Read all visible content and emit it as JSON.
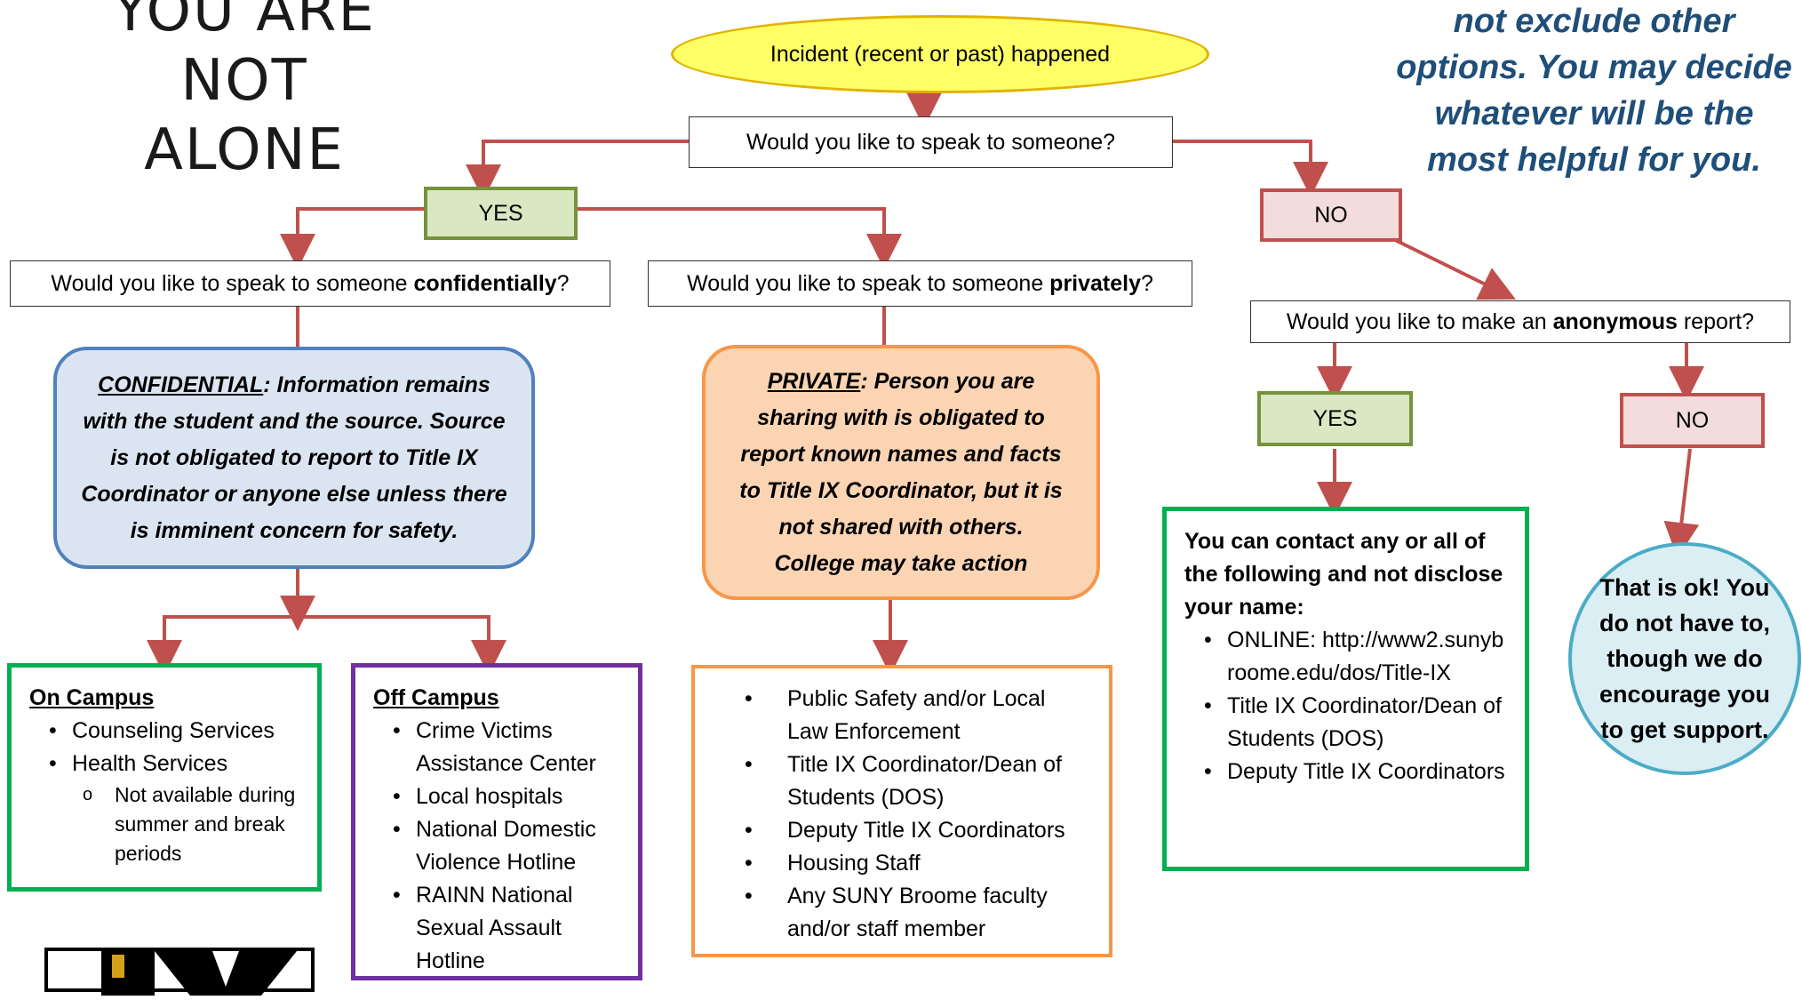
{
  "poster_text": [
    "YOU ARE",
    "NOT ALONE"
  ],
  "side_note": [
    "not exclude other",
    "options.  You may decide",
    "whatever will be the",
    "most helpful for you."
  ],
  "start": "Incident (recent or past) happened",
  "q_speak": "Would you like to speak to someone?",
  "yes_label": "YES",
  "no_label": "NO",
  "q_confidential": {
    "pre": "Would you like to speak to someone ",
    "bold": "confidentially",
    "post": "?"
  },
  "q_private": {
    "pre": "Would you like to speak to someone ",
    "bold": "privately",
    "post": "?"
  },
  "q_anonymous": {
    "pre": "Would you like to make an ",
    "bold": "anonymous",
    "post": " report?"
  },
  "confidential_box": {
    "term": "CONFIDENTIAL",
    "lines": [
      ": Information remains",
      "with the student and the source.  Source",
      "is not obligated to report to Title IX",
      "Coordinator or anyone else unless there",
      "is imminent concern for safety."
    ]
  },
  "private_box": {
    "term": "PRIVATE",
    "lines": [
      ":  Person you are",
      "sharing with is obligated to",
      "report known names and facts",
      "to Title IX Coordinator, but it is",
      "not shared with others.",
      "College may take action"
    ]
  },
  "on_campus": {
    "heading": "On Campus",
    "items": [
      "Counseling Services",
      "Health Services"
    ],
    "sub_items": [
      "Not available during summer and break periods"
    ]
  },
  "off_campus": {
    "heading": "Off Campus",
    "items": [
      "Crime Victims Assistance Center",
      "Local hospitals",
      "National Domestic Violence Hotline",
      "RAINN National Sexual Assault Hotline"
    ]
  },
  "private_list": [
    "Public Safety and/or Local Law Enforcement",
    "Title IX Coordinator/Dean of Students (DOS)",
    "Deputy Title IX Coordinators",
    "Housing Staff",
    "Any SUNY Broome faculty and/or staff member"
  ],
  "anonymous_box": {
    "heading": "You can contact any or all of the following and not disclose your name:",
    "items": [
      "ONLINE: http://www2.sunybroome.edu/dos/Title-IX",
      "Title IX Coordinator/Dean of Students (DOS)",
      "Deputy Title IX Coordinators"
    ]
  },
  "ok_circle": "That is ok!  You do not have to, though we do encourage you to get support.",
  "colors": {
    "arrow": "#c0504d",
    "yes_border": "#75923c",
    "no_border": "#c0504d",
    "note_text": "#1f4e79"
  }
}
